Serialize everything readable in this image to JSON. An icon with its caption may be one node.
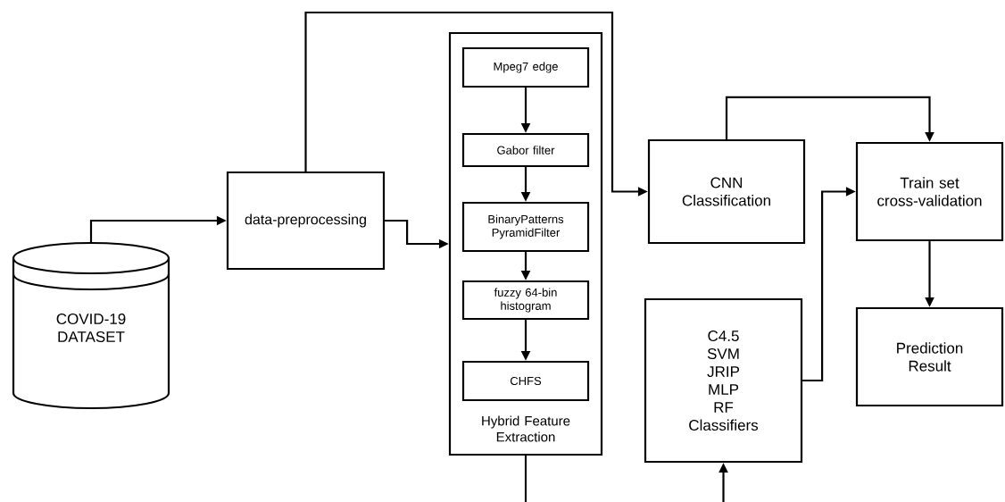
{
  "diagram": {
    "nodes": [
      {
        "text": [
          "COVID-19 DATASET"
        ]
      },
      {
        "text": [
          "data-preprocessing"
        ]
      },
      {
        "text": [
          "Hybrid Feature Extraction"
        ]
      },
      {
        "text": [
          "Mpeg7 edge"
        ],
        "in": 2
      },
      {
        "text": [
          "Gabor filter"
        ],
        "in": 2
      },
      {
        "text": [
          "BinaryPatterns PyramidFilter"
        ],
        "in": 2
      },
      {
        "text": [
          "fuzzy 64-bin histogram"
        ],
        "in": 2
      },
      {
        "text": [
          "CHFS"
        ],
        "in": 2
      },
      {
        "text": [
          "CNN Classification"
        ]
      },
      {
        "text": [
          "Train set cross-validation"
        ]
      },
      {
        "text": [
          "C4.5",
          "SVM",
          "JRIP",
          "MLP",
          "RF",
          "Classifiers"
        ]
      },
      {
        "text": [
          "Prediction Result"
        ]
      }
    ],
    "edges": [
      {
        "from": 0,
        "to": 1,
        "arrow": "to"
      },
      {
        "from": 1,
        "to": 2,
        "arrow": "to"
      },
      {
        "from": 1,
        "to": 8,
        "arrow": "to"
      },
      {
        "from": 3,
        "to": 4,
        "arrow": "to"
      },
      {
        "from": 4,
        "to": 5,
        "arrow": "to"
      },
      {
        "from": 5,
        "to": 6,
        "arrow": "to"
      },
      {
        "from": 6,
        "to": 7,
        "arrow": "to"
      },
      {
        "from": 8,
        "to": 9,
        "arrow": "to"
      },
      {
        "from": 10,
        "to": 9,
        "arrow": "to"
      },
      {
        "from": 9,
        "to": 11,
        "arrow": "to"
      },
      {
        "from": 2,
        "to": null,
        "arrow": "none"
      },
      {
        "from": null,
        "to": 10,
        "arrow": "to"
      }
    ]
  }
}
